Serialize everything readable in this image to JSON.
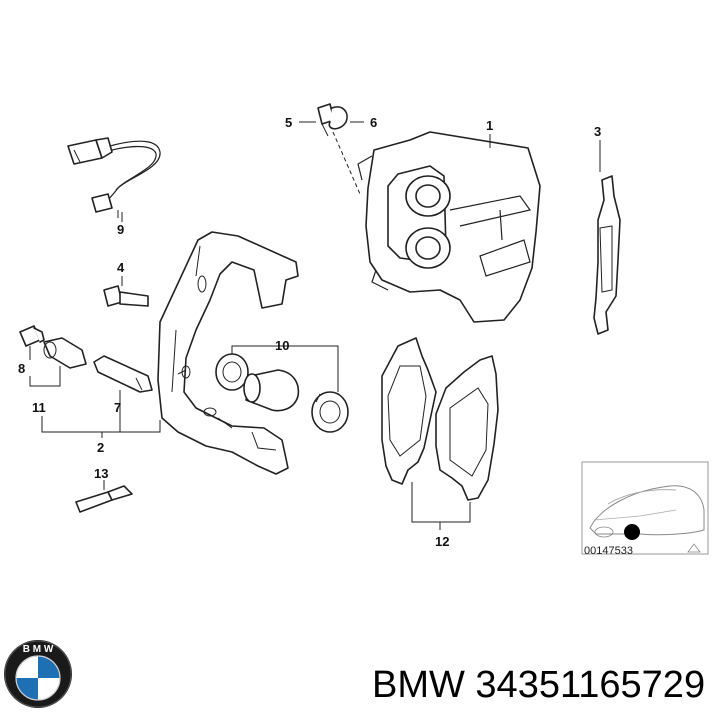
{
  "callouts": [
    "1",
    "2",
    "3",
    "4",
    "5",
    "6",
    "7",
    "8",
    "9",
    "10",
    "11",
    "12",
    "13"
  ],
  "thumbnail": {
    "ref_code": "00147533"
  },
  "brand": {
    "logo_letters": "BMW"
  },
  "caption": "BMW 34351165729"
}
